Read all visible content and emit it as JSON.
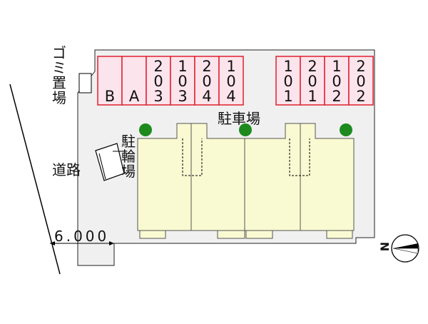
{
  "colors": {
    "parking": "#fce4ec",
    "parking_border": "#e0202e",
    "building": "#fafad2",
    "tree": "#1e8a1e",
    "site": "#f0f0f0"
  },
  "parking_left": [
    "B",
    "A",
    "203",
    "103",
    "204",
    "104"
  ],
  "parking_right": [
    "101",
    "201",
    "102",
    "202"
  ],
  "labels": {
    "garbage": "ゴミ置場",
    "parking_lot": "駐車場",
    "bicycle": "駐輪場",
    "road": "道路",
    "road_width": "6.000",
    "north": "N"
  },
  "icons": {
    "compass": "north-arrow-icon",
    "tree": "tree-icon"
  }
}
